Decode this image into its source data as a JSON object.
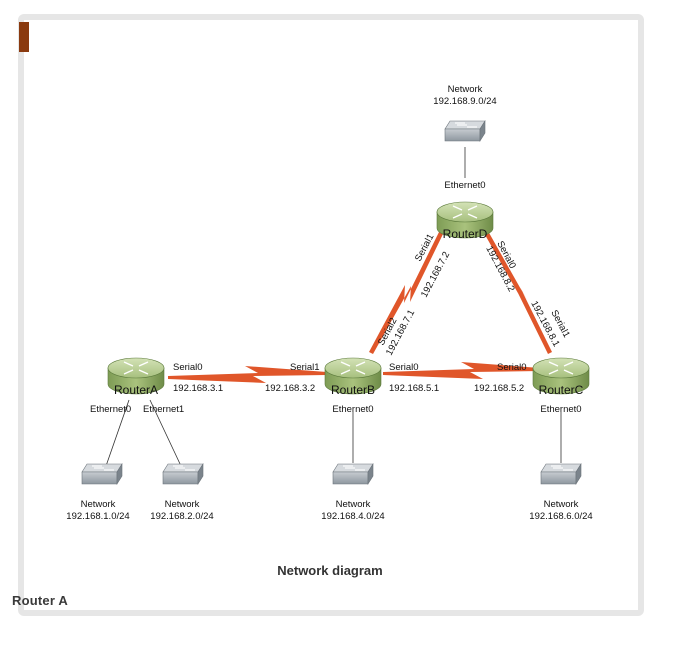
{
  "caption": "Network diagram",
  "footer": "Router A",
  "colors": {
    "serial_link": "#e0562a",
    "router_top": "#b9cf95",
    "router_body": "#8fae62",
    "switch": "#9aa3ab"
  },
  "routers": {
    "a": {
      "name": "RouterA"
    },
    "b": {
      "name": "RouterB"
    },
    "c": {
      "name": "RouterC"
    },
    "d": {
      "name": "RouterD"
    }
  },
  "networks": {
    "n1": {
      "title": "Network",
      "subnet": "192.168.1.0/24"
    },
    "n2": {
      "title": "Network",
      "subnet": "192.168.2.0/24"
    },
    "n4": {
      "title": "Network",
      "subnet": "192.168.4.0/24"
    },
    "n6": {
      "title": "Network",
      "subnet": "192.168.6.0/24"
    },
    "n9": {
      "title": "Network",
      "subnet": "192.168.9.0/24"
    }
  },
  "interfaces": {
    "a_serial0": "Serial0",
    "a_ip": "192.168.3.1",
    "a_eth0": "Ethernet0",
    "a_eth1": "Ethernet1",
    "b_serial1": "Serial1",
    "b_ip_s1": "192.168.3.2",
    "b_serial0": "Serial0",
    "b_ip_s0": "192.168.5.1",
    "b_serial2": "Serial2",
    "b_ip_s2": "192.168.7.1",
    "b_eth0": "Ethernet0",
    "c_serial0": "Serial0",
    "c_ip_s0": "192.168.5.2",
    "c_serial1": "Serial1",
    "c_ip_s1": "192.168.8.1",
    "c_eth0": "Ethernet0",
    "d_serial1": "Serial1",
    "d_ip_s1": "192.168.7.2",
    "d_serial0": "Serial0",
    "d_ip_s0": "192.168.8.2",
    "d_eth0": "Ethernet0"
  }
}
